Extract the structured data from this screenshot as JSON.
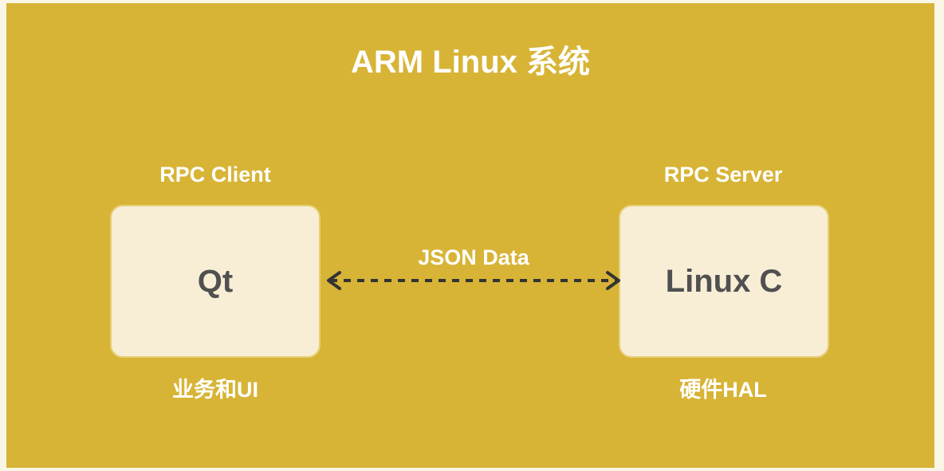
{
  "title": "ARM Linux 系统",
  "client": {
    "role": "RPC Client",
    "name": "Qt",
    "caption": "业务和UI"
  },
  "server": {
    "role": "RPC Server",
    "name": "Linux C",
    "caption": "硬件HAL"
  },
  "link": {
    "label": "JSON Data",
    "direction": "bidirectional",
    "style": "dashed"
  },
  "colors": {
    "background": "#d7b436",
    "box_fill": "#f8eed6",
    "box_text": "#505050",
    "label_text": "#ffffff",
    "arrow": "#333333"
  }
}
